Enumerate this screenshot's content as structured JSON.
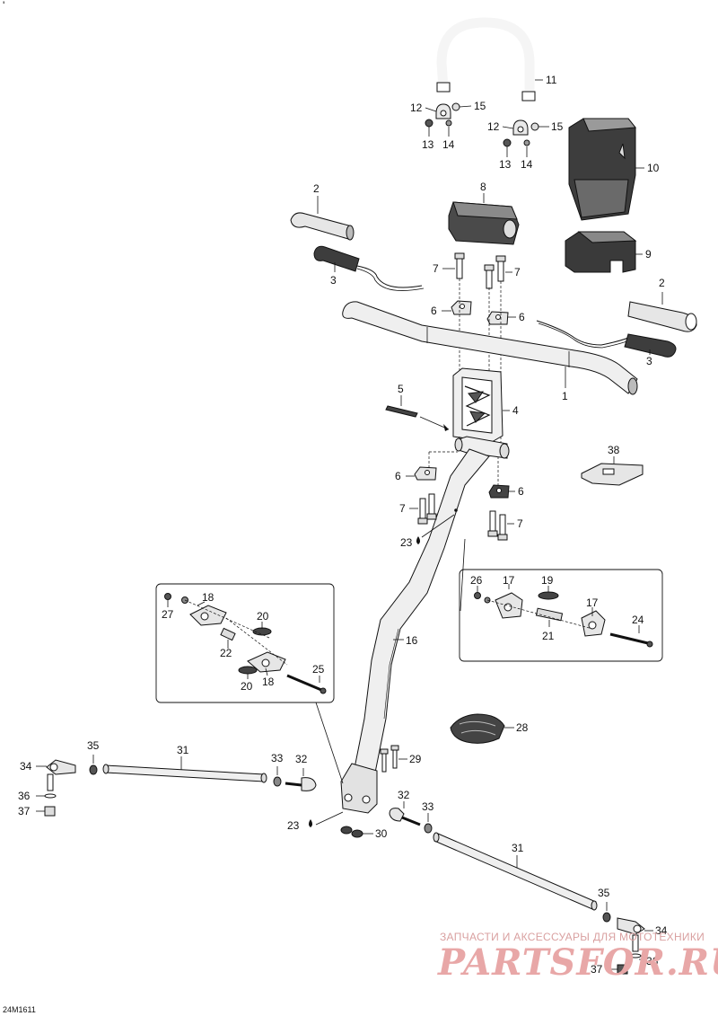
{
  "diagram_code": "24M1611",
  "tick_mark": "'",
  "watermark": {
    "line1": "ЗАПЧАСТИ И АКСЕССУАРЫ ДЛЯ МОТОТЕХНИКИ",
    "line2": "PARTSFOR.RU"
  },
  "callouts": {
    "c1": "1",
    "c2a": "2",
    "c2b": "2",
    "c3a": "3",
    "c3b": "3",
    "c4": "4",
    "c5": "5",
    "c6a": "6",
    "c6b": "6",
    "c6c": "6",
    "c6d": "6",
    "c7a": "7",
    "c7b": "7",
    "c7c": "7",
    "c7d": "7",
    "c8": "8",
    "c9": "9",
    "c10": "10",
    "c11": "11",
    "c12a": "12",
    "c12b": "12",
    "c13a": "13",
    "c13b": "13",
    "c14a": "14",
    "c14b": "14",
    "c15a": "15",
    "c15b": "15",
    "c16": "16",
    "c17a": "17",
    "c17b": "17",
    "c18a": "18",
    "c18b": "18",
    "c19": "19",
    "c20a": "20",
    "c20b": "20",
    "c21": "21",
    "c22": "22",
    "c23a": "23",
    "c23b": "23",
    "c24": "24",
    "c25": "25",
    "c26": "26",
    "c27": "27",
    "c28": "28",
    "c29": "29",
    "c30": "30",
    "c31a": "31",
    "c31b": "31",
    "c32a": "32",
    "c32b": "32",
    "c33a": "33",
    "c33b": "33",
    "c34a": "34",
    "c34b": "34",
    "c35a": "35",
    "c35b": "35",
    "c36a": "36",
    "c36b": "36",
    "c37a": "37",
    "c37b": "37",
    "c38": "38"
  },
  "colors": {
    "line": "#111111",
    "part_fill": "#f2f2f2",
    "dark_fill": "#3a3a3a",
    "watermark": "#e8a7a7"
  }
}
